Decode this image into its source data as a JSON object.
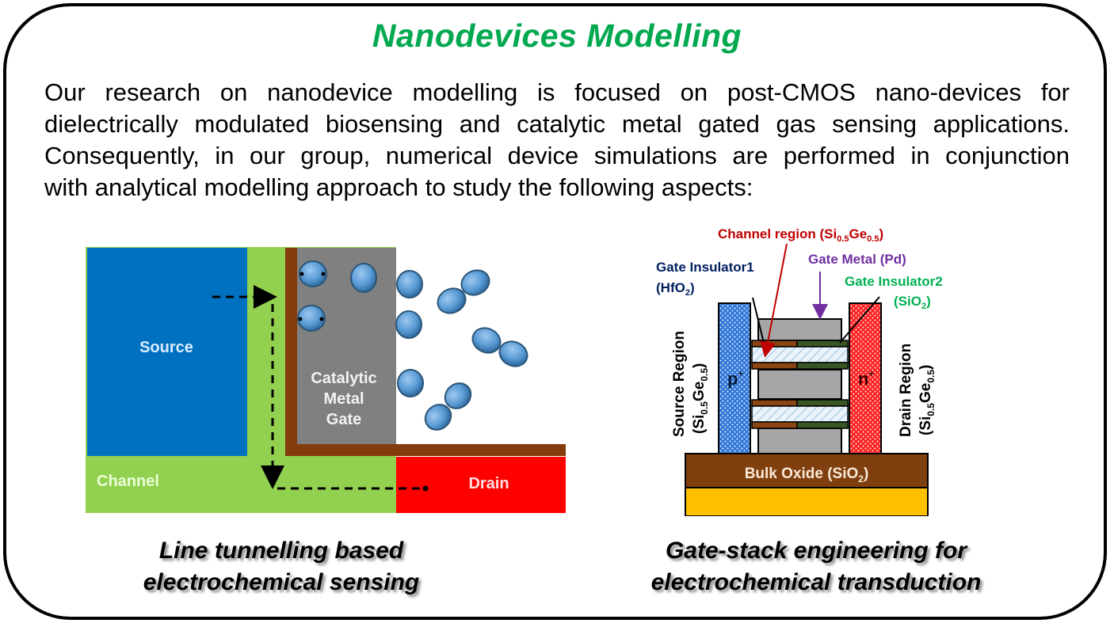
{
  "title": "Nanodevices Modelling",
  "intro": {
    "lines": [
      "Our research on nanodevice modelling is focused on post-CMOS nano-devices for",
      "dielectrically modulated biosensing and catalytic metal gated gas sensing applications.",
      "Consequently, in our group, numerical device simulations are performed in conjunction",
      "with analytical modelling approach to study the following aspects:"
    ]
  },
  "left_figure": {
    "labels": {
      "source": "Source",
      "channel": "Channel",
      "gate_line1": "Catalytic",
      "gate_line2": "Metal",
      "gate_line3": "Gate",
      "drain": "Drain"
    },
    "colors": {
      "source": "#0070c0",
      "channel": "#92d050",
      "gate_border": "#843c0c",
      "gate": "#808080",
      "drain": "#ff0000",
      "molecule": "#5b9bd5"
    },
    "caption_line1": "Line tunnelling based",
    "caption_line2": "electrochemical sensing"
  },
  "right_figure": {
    "labels": {
      "channel_region": "Channel region (Si",
      "channel_region_sub1": "0.5",
      "channel_region_mid": "Ge",
      "channel_region_sub2": "0.5",
      "channel_region_end": ")",
      "gate_insulator1": "Gate Insulator1",
      "gate_insulator1_mat": "(HfO",
      "gate_insulator1_sub": "2",
      "gate_metal": "Gate Metal (Pd)",
      "gate_insulator2": "Gate Insulator2",
      "gate_insulator2_mat": "(SiO",
      "gate_insulator2_sub": "2",
      "source_region": "Source Region",
      "source_mat": "(Si",
      "drain_region": "Drain Region",
      "drain_mat": "(Si",
      "sub_05": "0.5",
      "ge": "Ge",
      "close": ")",
      "p_plus": "p",
      "n_plus": "n",
      "plus": "+",
      "bulk_oxide": "Bulk Oxide (SiO",
      "bulk_oxide_sub": "2",
      "bulk_oxide_end": ")"
    },
    "colors": {
      "channel_label": "#c00000",
      "gate_insulator1_label": "#002060",
      "gate_metal_label": "#7030a0",
      "gate_insulator2_label": "#00b050",
      "source": "#2e75d6",
      "drain": "#ff2020",
      "gate_metal": "#a6a6a6",
      "hfo2": "#8b4513",
      "sio2": "#375623",
      "bulk_oxide": "#7f3f0f",
      "substrate": "#ffc000"
    },
    "caption_line1": "Gate-stack engineering for",
    "caption_line2": "electrochemical transduction"
  }
}
